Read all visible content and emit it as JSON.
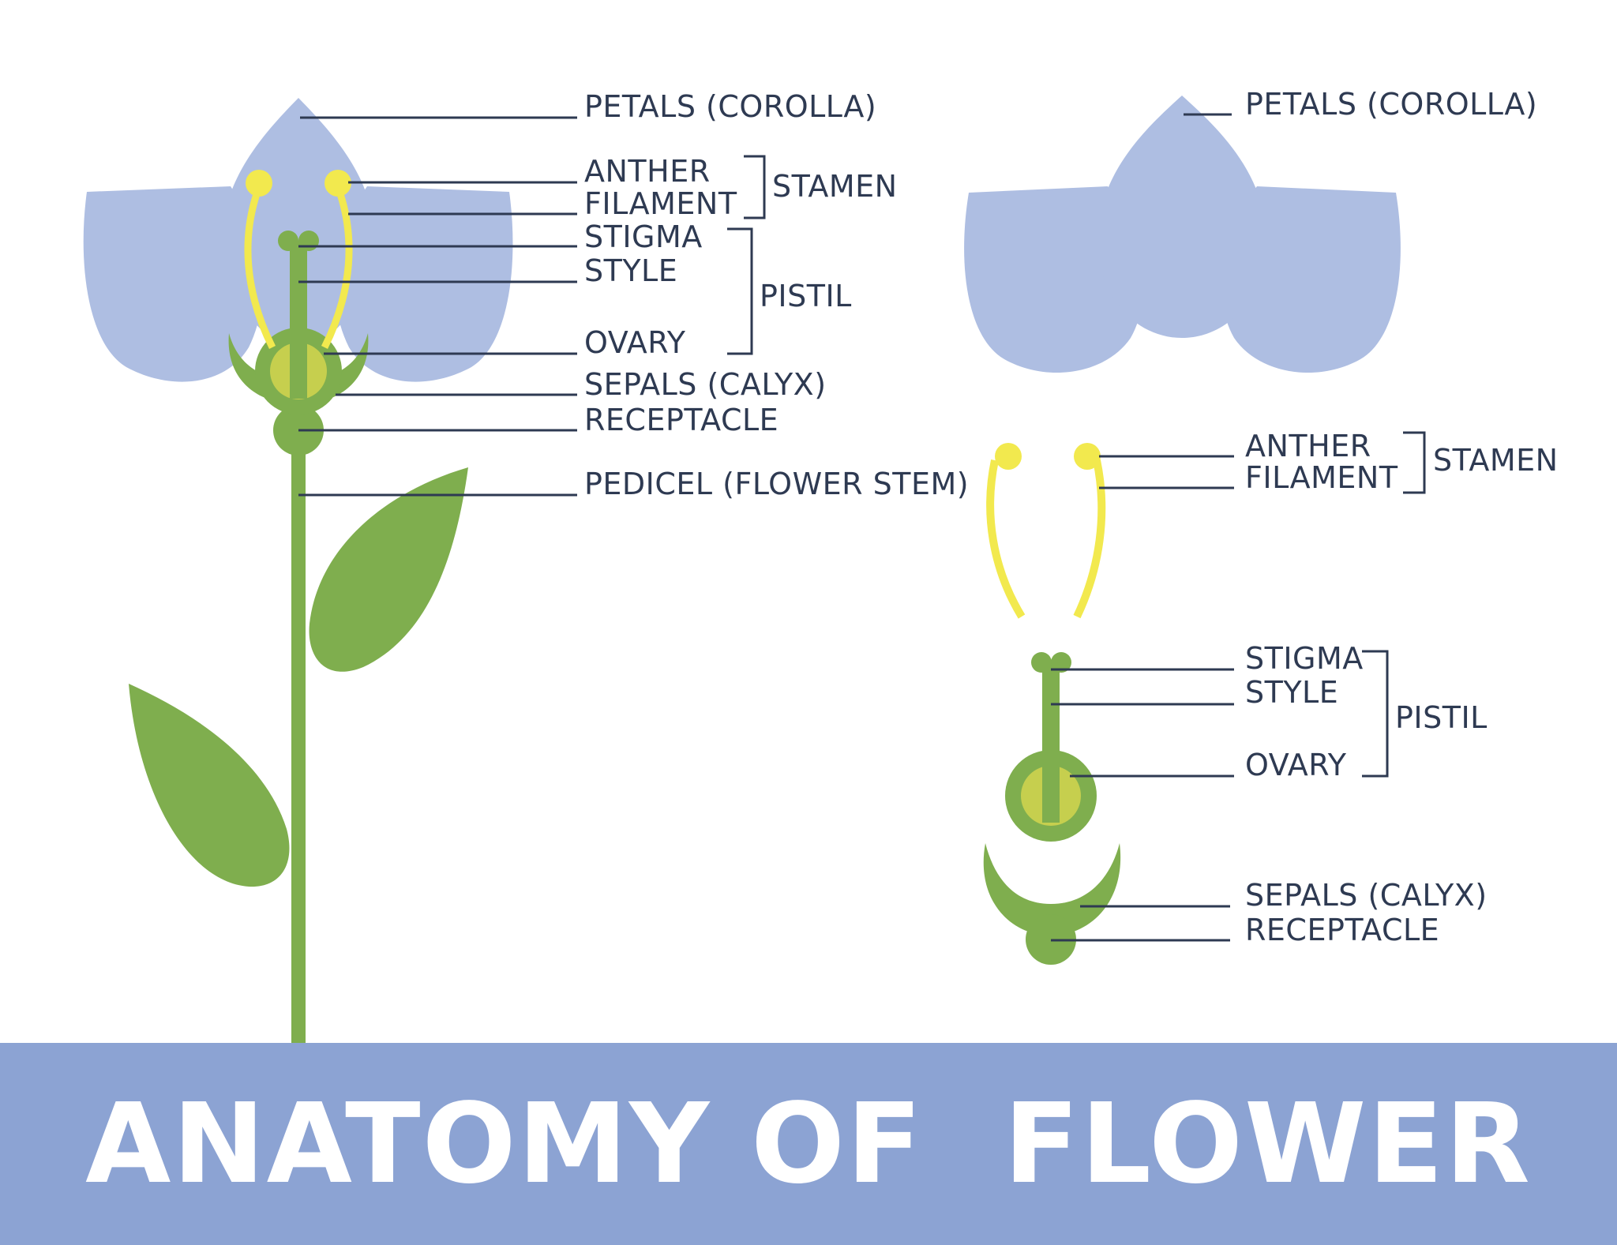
{
  "title": "ANATOMY OF  FLOWER",
  "colors": {
    "petal": "#aebee2",
    "green": "#7fae4e",
    "ovary_inner": "#c6cf4e",
    "yellow": "#f2e94e",
    "label": "#2e3a52",
    "banner": "#8ca3d3"
  },
  "whole_flower": {
    "labels": {
      "petals": "PETALS (COROLLA)",
      "anther": "ANTHER",
      "filament": "FILAMENT",
      "stamen": "STAMEN",
      "stigma": "STIGMA",
      "style": "STYLE",
      "pistil": "PISTIL",
      "ovary": "OVARY",
      "sepals": "SEPALS (CALYX)",
      "receptacle": "RECEPTACLE",
      "pedicel": "PEDICEL (FLOWER STEM)"
    }
  },
  "exploded": {
    "labels": {
      "petals": "PETALS (COROLLA)",
      "anther": "ANTHER",
      "filament": "FILAMENT",
      "stamen": "STAMEN",
      "stigma": "STIGMA",
      "style": "STYLE",
      "pistil": "PISTIL",
      "ovary": "OVARY",
      "sepals": "SEPALS (CALYX)",
      "receptacle": "RECEPTACLE"
    }
  }
}
